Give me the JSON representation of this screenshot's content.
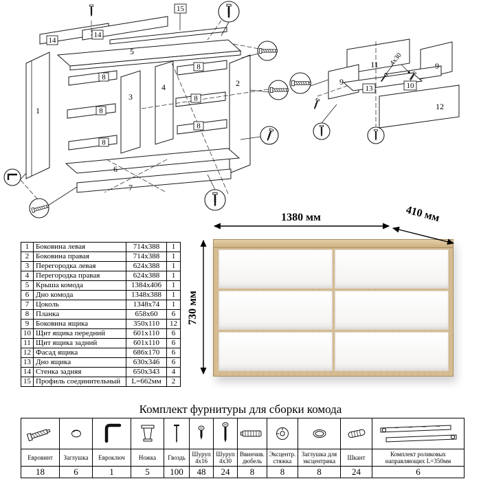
{
  "section_title": "Комплект фурнитуры для сборки комода",
  "diagram": {
    "cabinet": {
      "l1": "1",
      "l2": "2",
      "l3": "3",
      "l4": "4",
      "l5": "5",
      "l6": "6",
      "l7": "7",
      "l8a": "8",
      "l8b": "8",
      "l8c": "8",
      "l8d": "8",
      "l8e": "8",
      "l8f": "8",
      "l14a": "14",
      "l14b": "14",
      "l15": "15"
    },
    "drawer": {
      "l9a": "9",
      "l9b": "9",
      "l10": "10",
      "l11": "11",
      "l12": "12",
      "l13": "13",
      "screw_size": "4x30"
    }
  },
  "dimensions": {
    "width": "1380 мм",
    "depth": "410 мм",
    "height": "730 мм"
  },
  "parts": {
    "rows": [
      {
        "num": "1",
        "name": "Боковина левая",
        "size": "714x388",
        "qty": "1"
      },
      {
        "num": "2",
        "name": "Боковина правая",
        "size": "714x388",
        "qty": "1"
      },
      {
        "num": "3",
        "name": "Перегородка левая",
        "size": "624x388",
        "qty": "1"
      },
      {
        "num": "4",
        "name": "Перегородка правая",
        "size": "624x388",
        "qty": "1"
      },
      {
        "num": "5",
        "name": "Крыша комода",
        "size": "1384x406",
        "qty": "1"
      },
      {
        "num": "6",
        "name": "Дно комода",
        "size": "1348x388",
        "qty": "1"
      },
      {
        "num": "7",
        "name": "Цоколь",
        "size": "1348x74",
        "qty": "1"
      },
      {
        "num": "8",
        "name": "Планка",
        "size": "658x60",
        "qty": "6"
      },
      {
        "num": "9",
        "name": "Боковина ящика",
        "size": "350x110",
        "qty": "12"
      },
      {
        "num": "10",
        "name": "Щит ящика передний",
        "size": "601x110",
        "qty": "6"
      },
      {
        "num": "11",
        "name": "Щит ящика задний",
        "size": "601x110",
        "qty": "6"
      },
      {
        "num": "12",
        "name": "Фасад ящика",
        "size": "686x170",
        "qty": "6"
      },
      {
        "num": "13",
        "name": "Дно ящика",
        "size": "630x346",
        "qty": "6"
      },
      {
        "num": "14",
        "name": "Стенка задняя",
        "size": "650x343",
        "qty": "4"
      },
      {
        "num": "15",
        "name": "Профиль соединительный",
        "size": "L=662мм",
        "qty": "2"
      }
    ]
  },
  "hardware": {
    "items": [
      {
        "name": "Евровинт",
        "qty": "18"
      },
      {
        "name": "Заглушка",
        "qty": "6"
      },
      {
        "name": "Евроключ",
        "qty": "1"
      },
      {
        "name": "Ножка",
        "qty": "5"
      },
      {
        "name": "Гвоздь",
        "qty": "100"
      },
      {
        "name": "Шуруп 4x16",
        "qty": "48"
      },
      {
        "name": "Шуруп 4x30",
        "qty": "24"
      },
      {
        "name": "Ввинчив. дюбель",
        "qty": "8"
      },
      {
        "name": "Эксцентр. стяжка",
        "qty": "8"
      },
      {
        "name": "Заглушка для эксцентрика",
        "qty": "8"
      },
      {
        "name": "Шкант",
        "qty": "24"
      },
      {
        "name": "Комплект роликовых направляющих L=350мм",
        "qty": "6"
      }
    ]
  },
  "colors": {
    "wood": "#d6bc92",
    "wood_dark": "#a98f62",
    "drawer_front": "#fafafa"
  }
}
